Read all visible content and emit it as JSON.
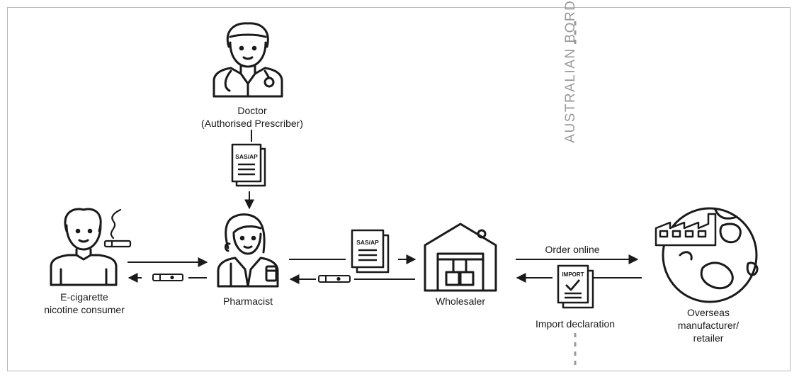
{
  "border": {
    "label": "AUSTRALIAN BORDER"
  },
  "actors": {
    "doctor": {
      "line1": "Doctor",
      "line2": "(Authorised Prescriber)",
      "icon": "doctor-icon"
    },
    "consumer": {
      "line1": "E-cigarette",
      "line2": "nicotine consumer",
      "icon": "consumer-icon"
    },
    "pharmacist": {
      "label": "Pharmacist",
      "icon": "pharmacist-icon"
    },
    "wholesaler": {
      "label": "Wholesaler",
      "icon": "warehouse-icon"
    },
    "overseas": {
      "line1": "Overseas",
      "line2": "manufacturer/",
      "line3": "retailer",
      "icon": "globe-factory-icon"
    }
  },
  "documents": {
    "prescription": "SAS/AP",
    "import_doc": "IMPORT"
  },
  "flows": {
    "order_online": "Order online",
    "import_declaration": "Import declaration"
  },
  "colors": {
    "ink": "#1a1a1a",
    "border_text": "#9a9a9a",
    "frame": "#b9b9b9"
  }
}
